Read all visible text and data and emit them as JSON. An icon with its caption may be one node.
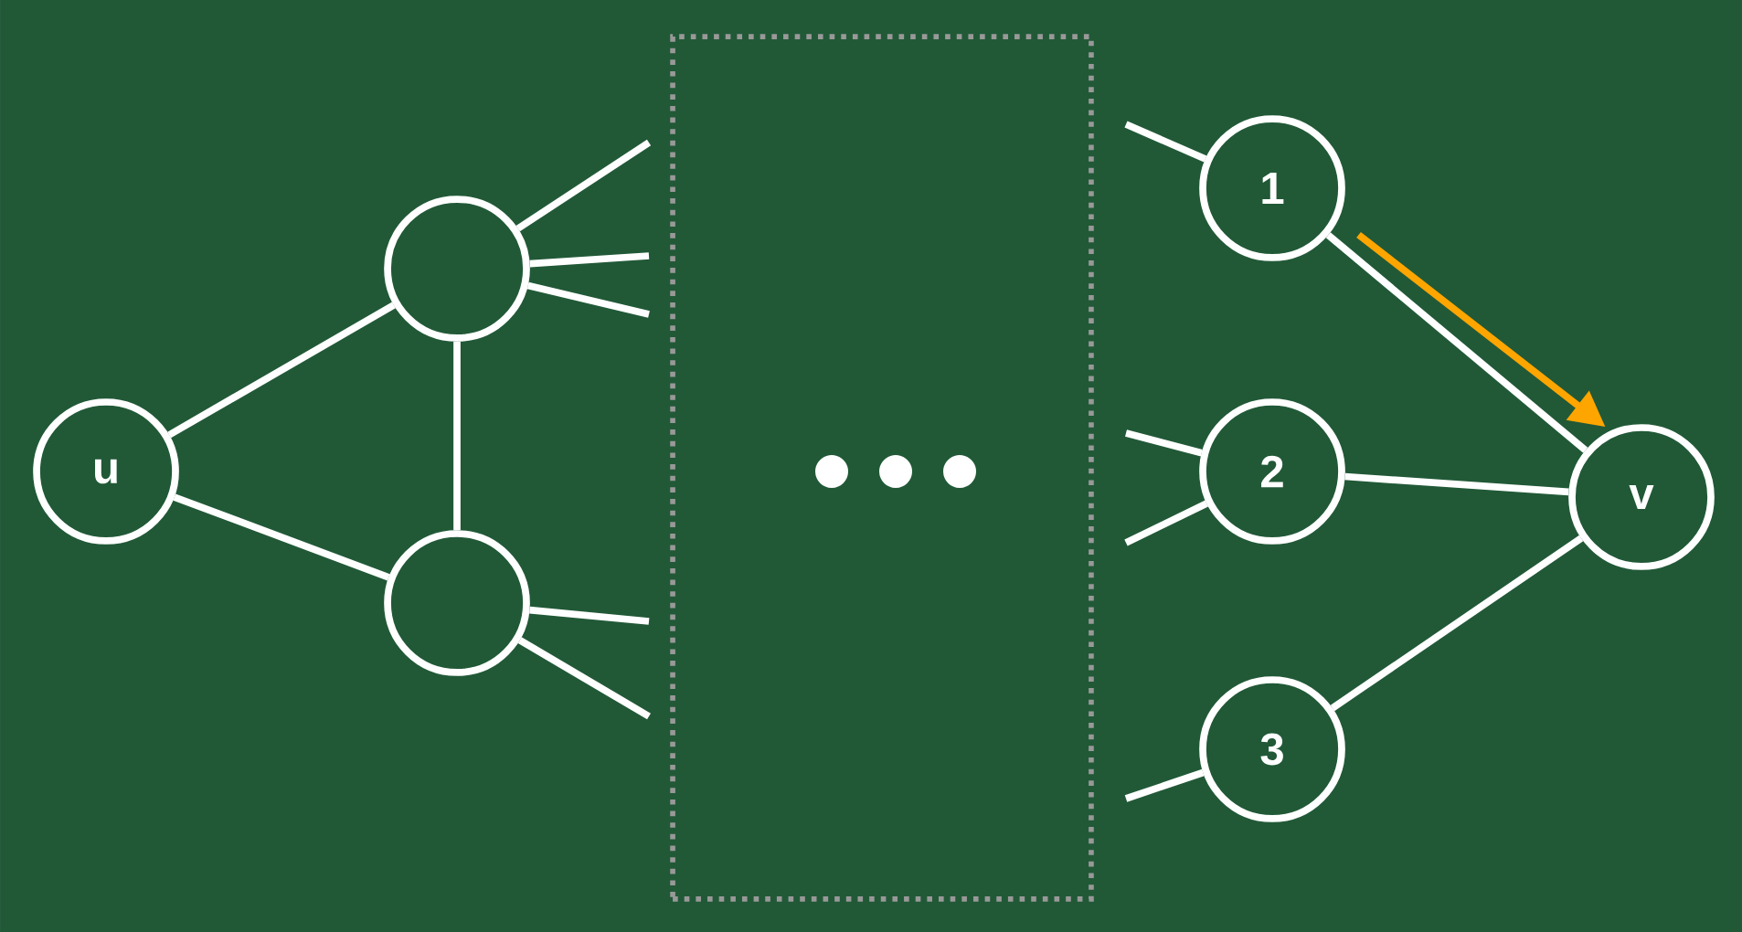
{
  "diagram": {
    "nodes": [
      {
        "text": [
          "u"
        ]
      },
      {
        "text": [],
        "shape": "circle"
      },
      {
        "text": [],
        "shape": "circle"
      },
      {
        "text": [],
        "shape": "box"
      },
      {
        "text": [
          "1"
        ]
      },
      {
        "text": [
          "2"
        ]
      },
      {
        "text": [
          "3"
        ]
      },
      {
        "text": [
          "v"
        ]
      }
    ],
    "edges": [
      {
        "from": 0,
        "to": 1,
        "arrow": "none"
      },
      {
        "from": 0,
        "to": 2,
        "arrow": "none"
      },
      {
        "from": 1,
        "to": 2,
        "arrow": "none"
      },
      {
        "from": 1,
        "to": null,
        "arrow": "none"
      },
      {
        "from": 1,
        "to": null,
        "arrow": "none"
      },
      {
        "from": 1,
        "to": null,
        "arrow": "none"
      },
      {
        "from": 2,
        "to": null,
        "arrow": "none"
      },
      {
        "from": 2,
        "to": null,
        "arrow": "none"
      },
      {
        "from": null,
        "to": 4,
        "arrow": "none"
      },
      {
        "from": null,
        "to": 5,
        "arrow": "none"
      },
      {
        "from": null,
        "to": 5,
        "arrow": "none"
      },
      {
        "from": null,
        "to": 6,
        "arrow": "none"
      },
      {
        "from": 4,
        "to": 7,
        "arrow": "none"
      },
      {
        "from": 5,
        "to": 7,
        "arrow": "none"
      },
      {
        "from": 6,
        "to": 7,
        "arrow": "none"
      },
      {
        "from": 4,
        "to": 7,
        "arrow": "to",
        "color": "#ffa500"
      }
    ]
  }
}
